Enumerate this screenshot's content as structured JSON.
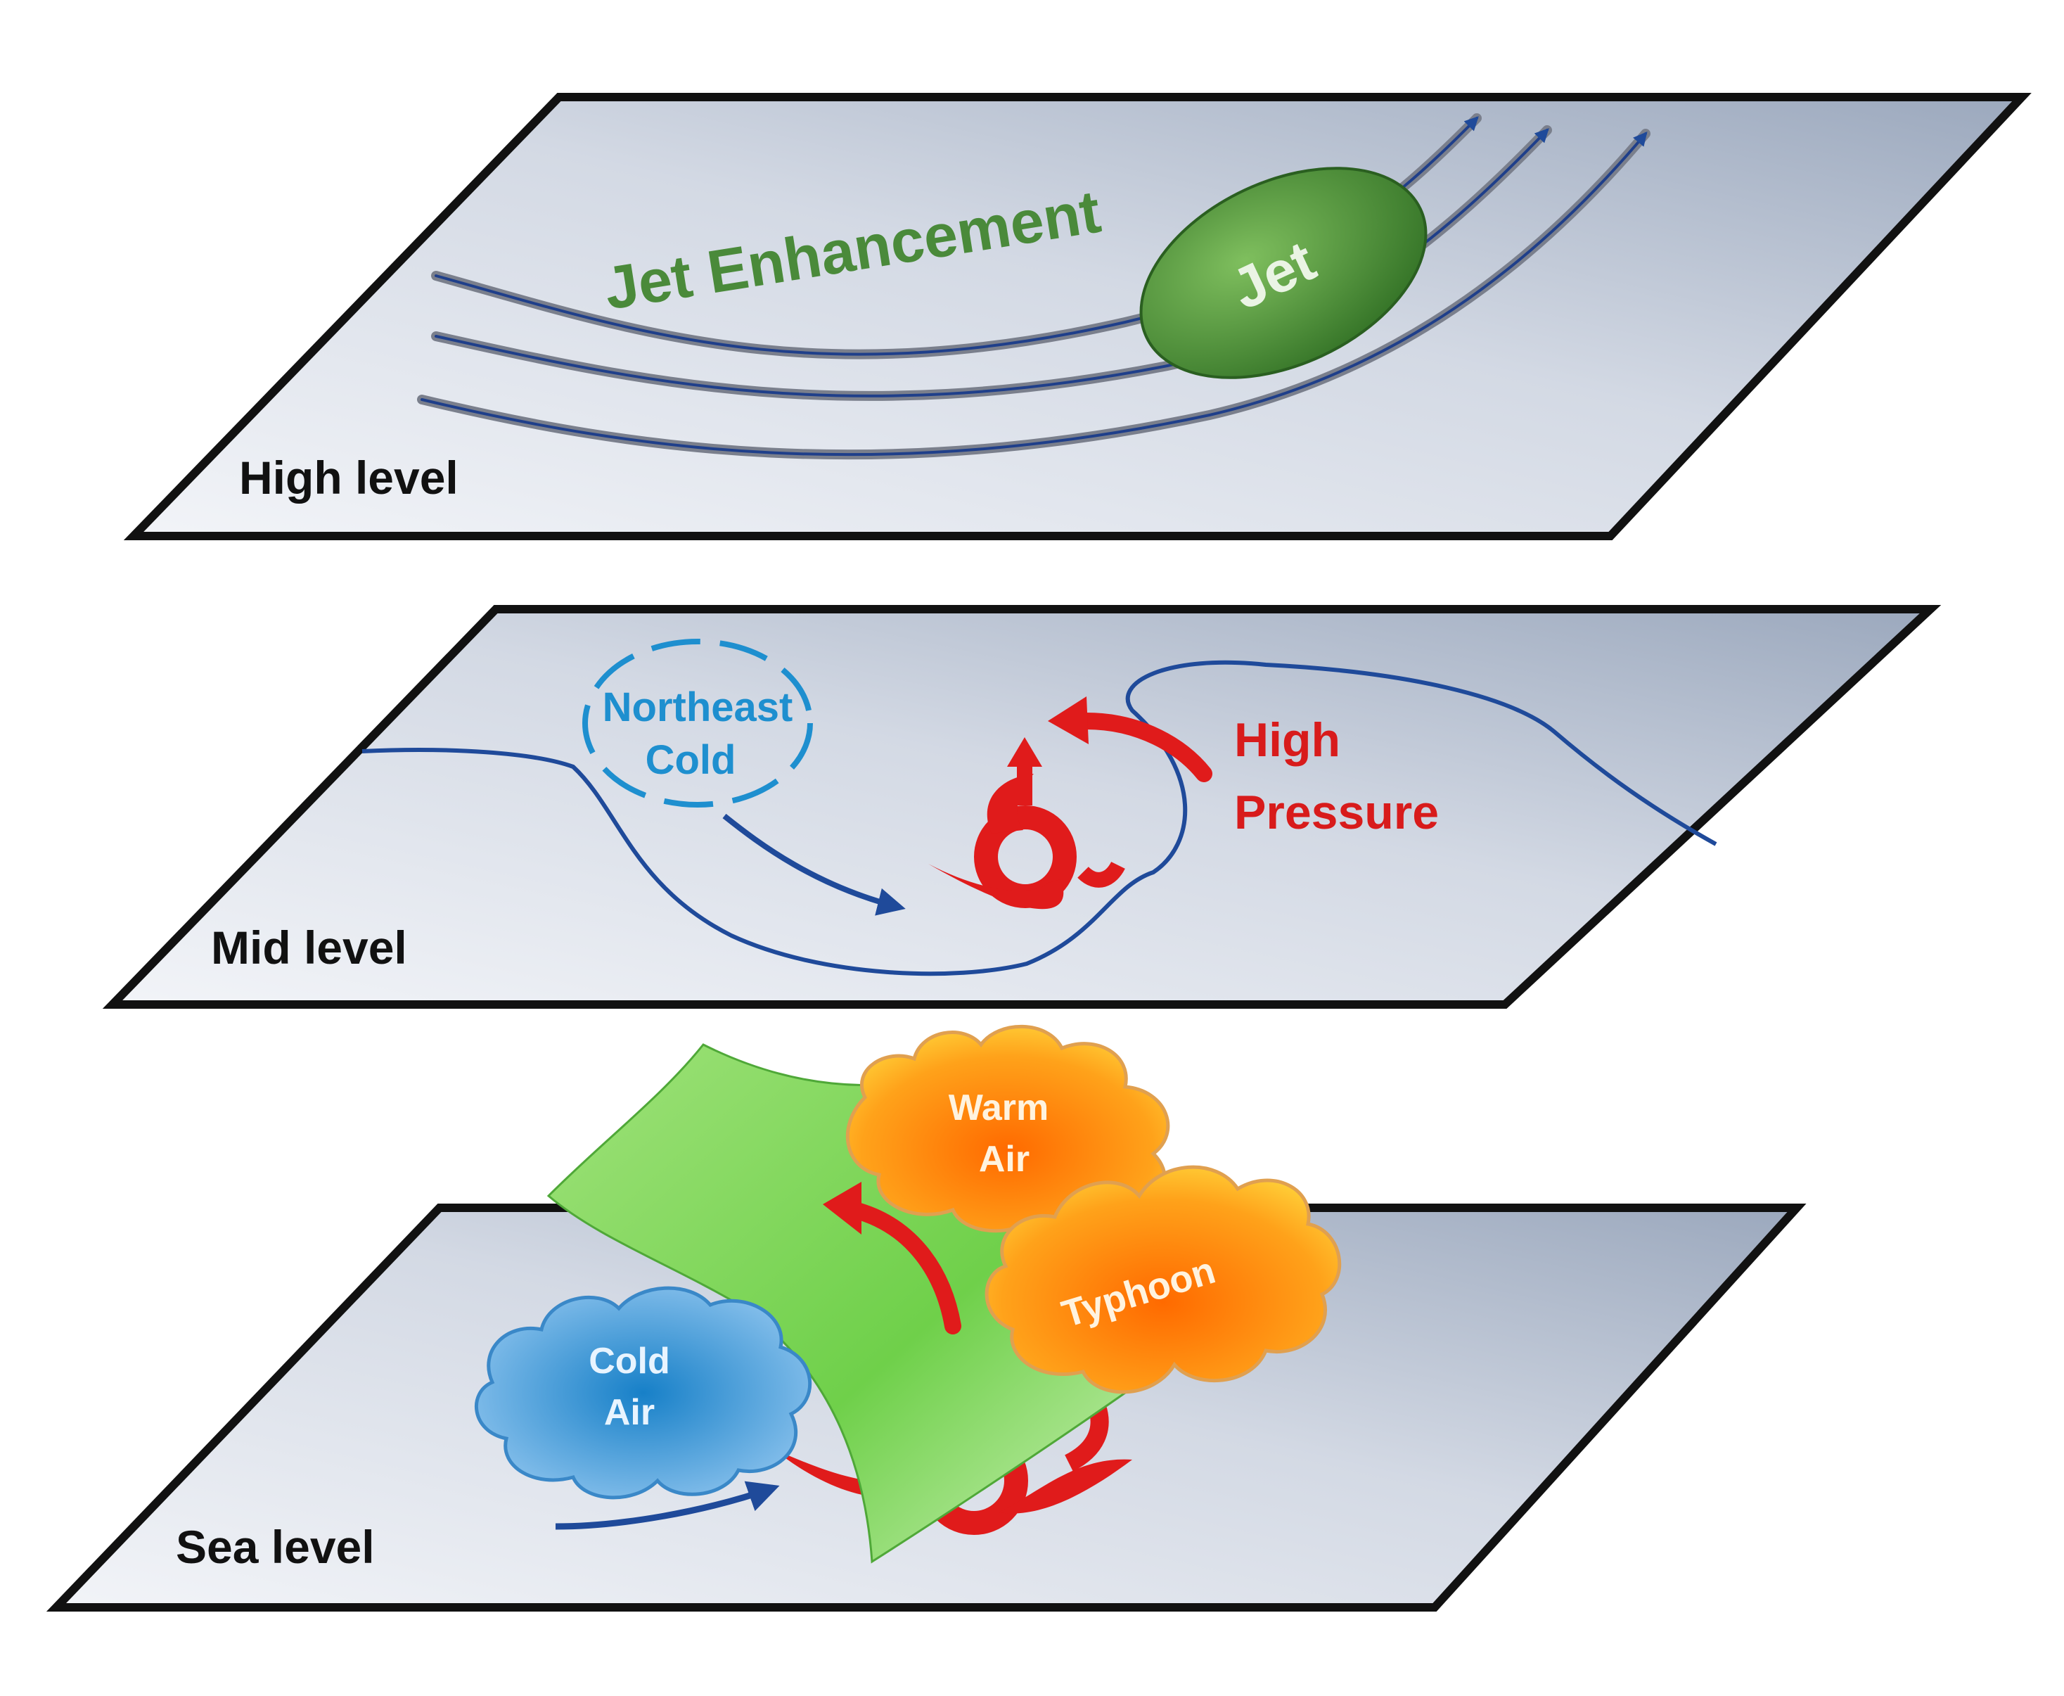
{
  "levels": {
    "high": {
      "label": "High level",
      "jet_label": "Jet",
      "enhancement_label": "Jet Enhancement"
    },
    "mid": {
      "label": "Mid level",
      "northeast_cold_line1": "Northeast",
      "northeast_cold_line2": "Cold",
      "high_pressure_line1": "High",
      "high_pressure_line2": "Pressure"
    },
    "sea": {
      "label": "Sea level",
      "cold_air_line1": "Cold",
      "cold_air_line2": "Air",
      "warm_air_line1": "Warm",
      "warm_air_line2": "Air",
      "typhoon_label": "Typhoon"
    }
  },
  "colors": {
    "plane_fill_light": "#eef1f6",
    "plane_fill_dark": "#a9b4c6",
    "plane_border": "#111111",
    "streamline": "#1f3f8a",
    "jet_green": "#3d7a2e",
    "jet_text_green": "#4a8a3a",
    "cold_blue": "#1e8fcf",
    "typhoon_red": "#e01b1b",
    "front_green": "#7fd65c",
    "warm_orange": "#ff9a1a"
  }
}
